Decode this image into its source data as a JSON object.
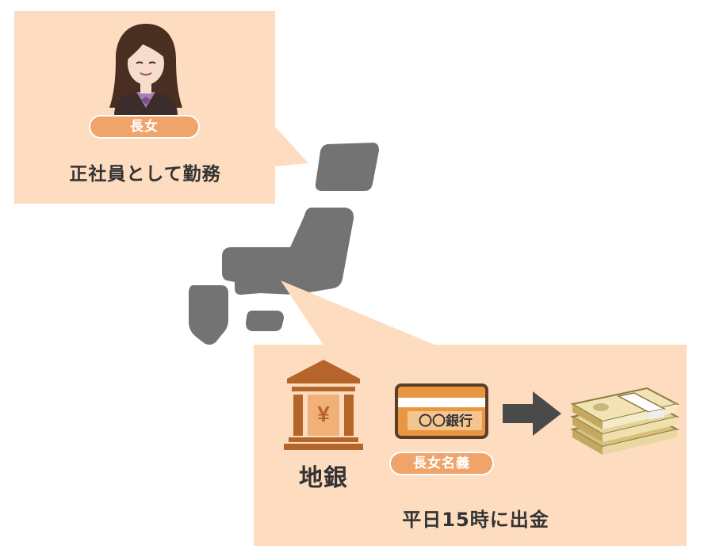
{
  "colors": {
    "bubble": "#fddcc0",
    "badge": "#f0a46a",
    "map": "#737373",
    "bank_brown": "#b5642a",
    "card_orange": "#e8963f",
    "arrow": "#4a4a4a",
    "text": "#333333"
  },
  "top_card": {
    "badge": "長女",
    "caption": "正社員として勤務",
    "icon": "woman-avatar-icon"
  },
  "bottom_card": {
    "bank_label": "地銀",
    "card_text": "〇〇銀行",
    "badge": "長女名義",
    "caption": "平日15時に出金",
    "bank_icon": "bank-building-icon",
    "bank_symbol": "¥",
    "card_icon": "bank-card-icon",
    "arrow_icon": "right-arrow-icon",
    "money_icon": "cash-bundle-icon"
  }
}
